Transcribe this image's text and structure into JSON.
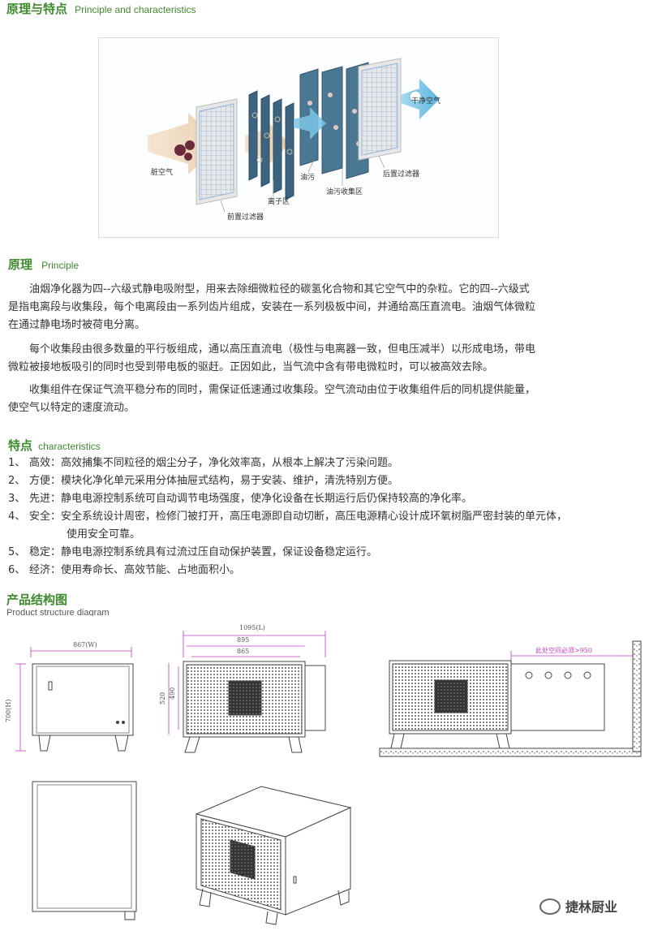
{
  "section1": {
    "title_cn": "原理与特点",
    "title_en": "Principle and characteristics"
  },
  "diagram_labels": {
    "dirty_air": "脏空气",
    "pre_filter": "前置过滤器",
    "ion_zone": "离子区",
    "oil": "油污",
    "oil_collect": "油污收集区",
    "post_filter": "后置过滤器",
    "clean_air": "干净空气"
  },
  "principle": {
    "title_cn": "原理",
    "title_en": "Principle",
    "paragraphs": [
      [
        "油烟净化器为四--六级式静电吸附型，用来去除细微粒径的碳氢化合物和其它空气中的杂粒。它的四--六级式",
        "是指电离段与收集段，每个电离段由一系列齿片组成，安装在一系列极板中间，并通给高压直流电。油烟气体微粒",
        "在通过静电场时被荷电分离。"
      ],
      [
        "每个收集段由很多数量的平行板组成，通以高压直流电（极性与电离器一致，但电压减半）以形成电场，带电",
        "微粒被接地板吸引的同时也受到带电板的驱赶。正因如此，当气流中含有带电微粒时，可以被高效去除。"
      ],
      [
        "收集组件在保证气流平稳分布的同时，需保证低速通过收集段。空气流动由位于收集组件后的同机提供能量，",
        "使空气以特定的速度流动。"
      ]
    ]
  },
  "characteristics": {
    "title_cn": "特点",
    "title_en": "characteristics",
    "items": [
      {
        "num": "1、",
        "text": "高效：高效捕集不同粒径的烟尘分子，净化效率高，从根本上解决了污染问题。",
        "cont": ""
      },
      {
        "num": "2、",
        "text": "方便：模块化净化单元采用分体抽屉式结构，易于安装、维护，清洗特别方便。",
        "cont": ""
      },
      {
        "num": "3、",
        "text": "先进：静电电源控制系统可自动调节电场强度，使净化设备在长期运行后仍保持较高的净化率。",
        "cont": ""
      },
      {
        "num": "4、",
        "text": "安全：安全系统设计周密，检修门被打开，高压电源即自动切断，高压电源精心设计成环氧树脂严密封装的单元体，",
        "cont": "使用安全可靠。"
      },
      {
        "num": "5、",
        "text": "稳定：静电电源控制系统具有过流过压自动保护装置，保证设备稳定运行。",
        "cont": ""
      },
      {
        "num": "6、",
        "text": "经济：使用寿命长、高效节能、占地面积小。",
        "cont": ""
      }
    ]
  },
  "structure": {
    "title_cn": "产品结构图",
    "title_en": "Product structure diagram",
    "dims": {
      "width": "867(W)",
      "height": "700(H)",
      "length": "1095(L)",
      "d895": "895",
      "d865": "865",
      "d520": "520",
      "d490": "490",
      "clearance": "此处空间必须>950"
    }
  },
  "watermark": "捷林厨业",
  "colors": {
    "accent": "#3e8a2e",
    "dimension_line": "#c23ec2",
    "text": "#333333"
  }
}
